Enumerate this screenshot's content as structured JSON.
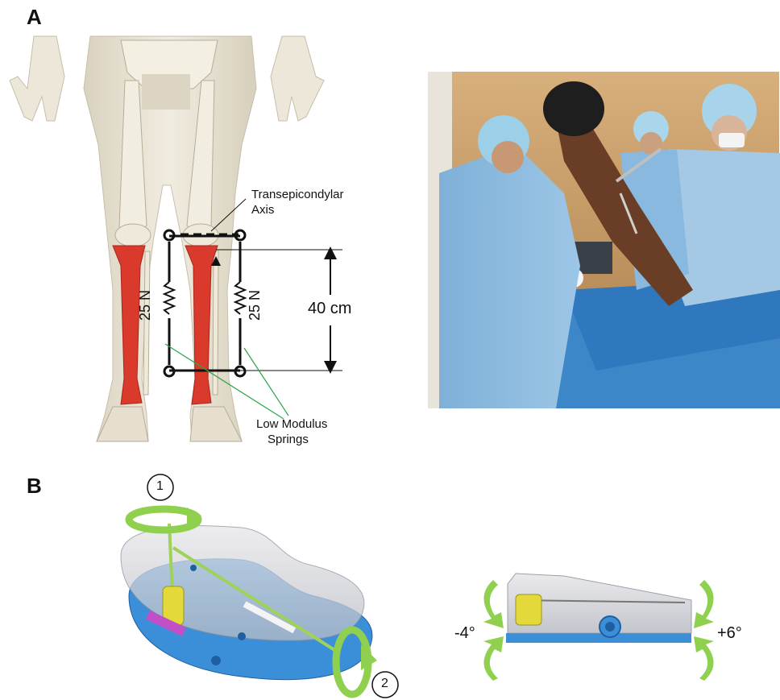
{
  "panels": {
    "a_letter": "A",
    "b_letter": "B"
  },
  "panel_a": {
    "axis_label_line1": "Transepicondylar",
    "axis_label_line2": "Axis",
    "spring_left_label": "25 N",
    "spring_right_label": "25 N",
    "distance_label": "40 cm",
    "springs_label_line1": "Low Modulus",
    "springs_label_line2": "Springs",
    "bone_highlight_color": "#d93a2b",
    "leader_line_color": "#2aa64a"
  },
  "panel_b": {
    "step_1": "1",
    "step_2": "2",
    "angle_left": "-4°",
    "angle_right": "+6°",
    "base_color": "#3b8fd9",
    "arrow_color": "#8fd14f",
    "spring_color": "#e3d93b"
  }
}
